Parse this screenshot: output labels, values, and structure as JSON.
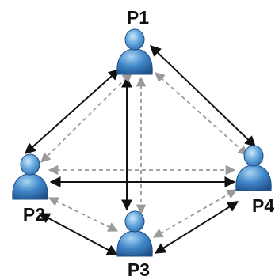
{
  "nodes": [
    {
      "id": "P1",
      "label": "P1"
    },
    {
      "id": "P2",
      "label": "P2"
    },
    {
      "id": "P3",
      "label": "P3"
    },
    {
      "id": "P4",
      "label": "P4"
    }
  ],
  "edges": [
    {
      "from": "P1",
      "to": "P2",
      "style": "solid"
    },
    {
      "from": "P1",
      "to": "P3",
      "style": "solid"
    },
    {
      "from": "P1",
      "to": "P4",
      "style": "solid"
    },
    {
      "from": "P2",
      "to": "P3",
      "style": "solid"
    },
    {
      "from": "P2",
      "to": "P4",
      "style": "solid"
    },
    {
      "from": "P3",
      "to": "P4",
      "style": "solid"
    },
    {
      "from": "P1",
      "to": "P2",
      "style": "dashed"
    },
    {
      "from": "P1",
      "to": "P3",
      "style": "dashed"
    },
    {
      "from": "P1",
      "to": "P4",
      "style": "dashed"
    },
    {
      "from": "P2",
      "to": "P3",
      "style": "dashed"
    },
    {
      "from": "P2",
      "to": "P4",
      "style": "dashed"
    },
    {
      "from": "P3",
      "to": "P4",
      "style": "dashed"
    }
  ],
  "colors": {
    "solid_edge": "#111111",
    "dashed_edge": "#9a9a9a",
    "person_light": "#8fc3ea",
    "person_mid": "#3f86c9",
    "person_dark": "#1f4f86"
  },
  "icons": {
    "node": "user-icon"
  }
}
